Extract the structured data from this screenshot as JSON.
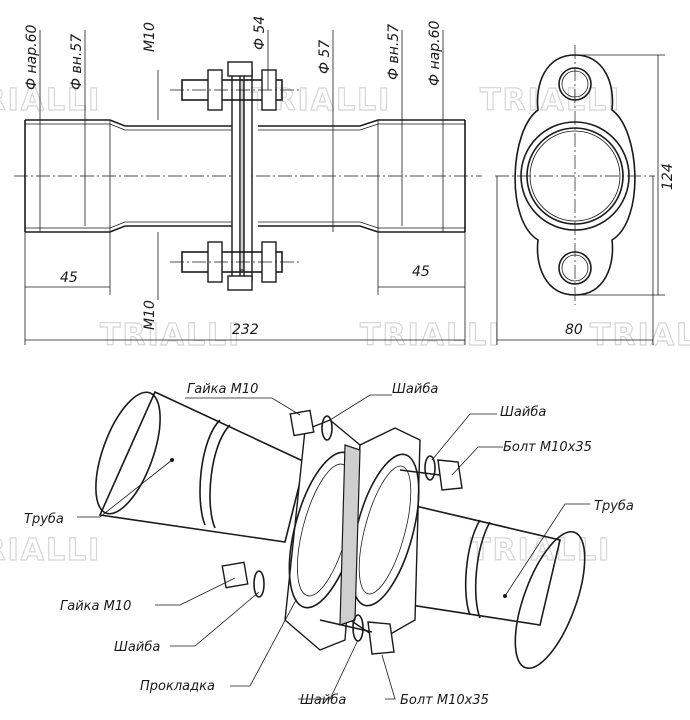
{
  "watermark": "TRIALLI",
  "dimensions": {
    "d_outer_left": "Ф нар.60",
    "d_inner_left": "Ф вн.57",
    "bolt_top": "M10",
    "d_flange": "Ф 54",
    "d_center": "Ф 57",
    "d_inner_right": "Ф вн.57",
    "d_outer_right": "Ф нар.60",
    "len_left": "45",
    "len_right": "45",
    "bolt_bottom": "M10",
    "total_length": "232",
    "flange_height": "124",
    "flange_width": "80"
  },
  "labels": {
    "nut_top": "Гайка М10",
    "washer_top": "Шайба",
    "washer_top_right": "Шайба",
    "bolt_top_right": "Болт М10х35",
    "pipe_left": "Труба",
    "pipe_right": "Труба",
    "nut_bottom": "Гайка М10",
    "washer_bottom_left": "Шайба",
    "gasket": "Прокладка",
    "washer_bottom": "Шайба",
    "bolt_bottom_right": "Болт М10х35"
  }
}
